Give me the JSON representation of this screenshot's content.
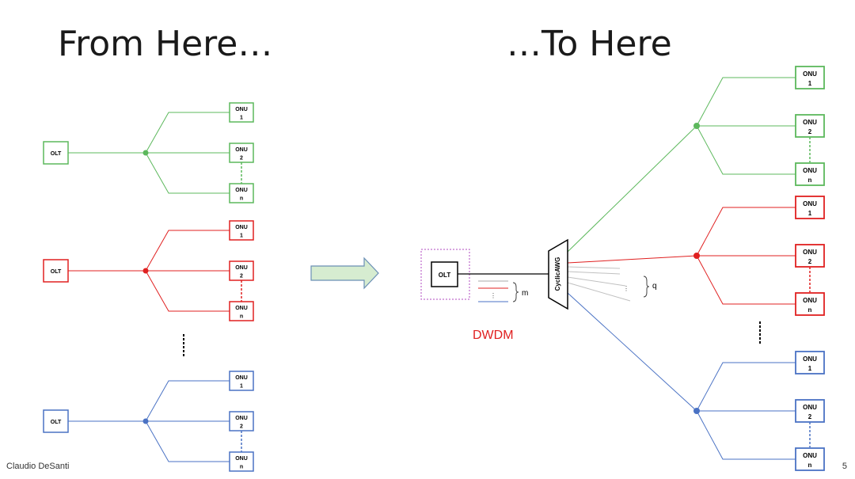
{
  "slide": {
    "title_left": "From Here…",
    "title_right": "…To Here",
    "author": "Claudio DeSanti",
    "page_number": "5"
  },
  "colors": {
    "green": "#5cb85c",
    "red": "#e02020",
    "blue": "#4a72c4",
    "arrow_fill": "#d6ecd0",
    "arrow_stroke": "#6a8fb5",
    "olt_frame": "#b04ac0",
    "dwdm": "#e02020"
  },
  "labels": {
    "olt": "OLT",
    "onu": "ONU",
    "onu_first": "1",
    "onu_second": "2",
    "onu_last": "n",
    "awg": "CyclicAWG",
    "dwdm": "DWDM",
    "m": "m",
    "q": "q",
    "dots": "⋮"
  }
}
